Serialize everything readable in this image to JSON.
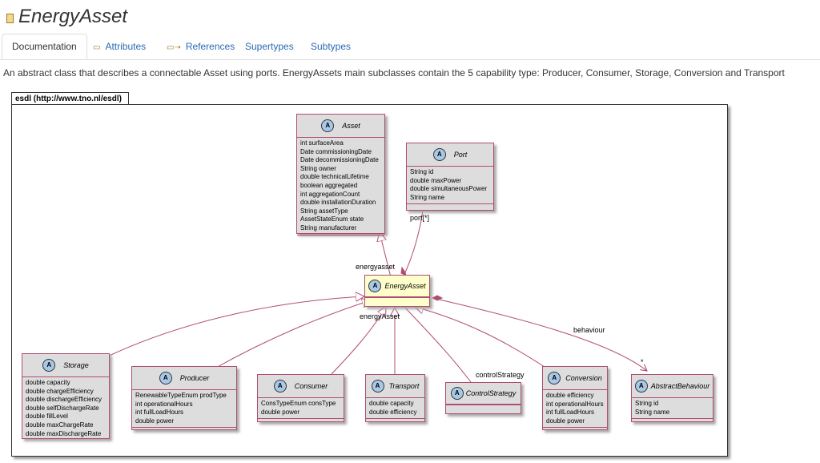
{
  "header": {
    "title": "EnergyAsset"
  },
  "tabs": [
    {
      "label": "Documentation",
      "active": true
    },
    {
      "label": "Attributes",
      "active": false
    },
    {
      "label": "References",
      "active": false
    },
    {
      "label": "Supertypes",
      "active": false
    },
    {
      "label": "Subtypes",
      "active": false
    }
  ],
  "description": "An abstract class that describes a connectable Asset using ports. EnergyAssets main subclasses contain the 5 capability type: Producer, Consumer, Storage, Conversion and Transport",
  "package": {
    "label": "esdl (http://www.tno.nl/esdl)"
  },
  "classes": {
    "asset": {
      "name": "Asset",
      "attrs": [
        "int surfaceArea",
        "Date commissioningDate",
        "Date decommissioningDate",
        "String owner",
        "double technicalLifetime",
        "boolean aggregated",
        "int aggregationCount",
        "double installationDuration",
        "String assetType",
        "AssetStateEnum state",
        "String manufacturer"
      ]
    },
    "port": {
      "name": "Port",
      "attrs": [
        "String id",
        "double maxPower",
        "double simultaneousPower",
        "String name"
      ]
    },
    "energyasset": {
      "name": "EnergyAsset",
      "attrs": []
    },
    "storage": {
      "name": "Storage",
      "attrs": [
        "double capacity",
        "double chargeEfficiency",
        "double dischargeEfficiency",
        "double selfDischargeRate",
        "double fillLevel",
        "double maxChargeRate",
        "double maxDischargeRate"
      ]
    },
    "producer": {
      "name": "Producer",
      "attrs": [
        "RenewableTypeEnum prodType",
        "int operationalHours",
        "int fullLoadHours",
        "double power"
      ]
    },
    "consumer": {
      "name": "Consumer",
      "attrs": [
        "ConsTypeEnum consType",
        "double power"
      ]
    },
    "transport": {
      "name": "Transport",
      "attrs": [
        "double capacity",
        "double efficiency"
      ]
    },
    "controlstrategy": {
      "name": "ControlStrategy",
      "attrs": []
    },
    "conversion": {
      "name": "Conversion",
      "attrs": [
        "double efficiency",
        "int operationalHours",
        "int fullLoadHours",
        "double power"
      ]
    },
    "abstractbehaviour": {
      "name": "AbstractBehaviour",
      "attrs": [
        "String id",
        "String name"
      ]
    }
  },
  "edge_labels": {
    "port_role": "port[*]",
    "energyasset_role_top": "energyasset",
    "energyasset_role_bottom": "energyAsset",
    "control_role": "controlStrategy",
    "behaviour_role": "behaviour",
    "behaviour_mult": "*"
  },
  "colors": {
    "class_border": "#b04c73",
    "class_fill": "#dddddd",
    "highlight_fill": "#ffffcc",
    "link": "#2a6ab3"
  },
  "icons": {
    "title": "class-icon",
    "attributes": "attribute-icon",
    "references": "reference-icon",
    "class_marker": "abstract-class-circle-icon"
  }
}
